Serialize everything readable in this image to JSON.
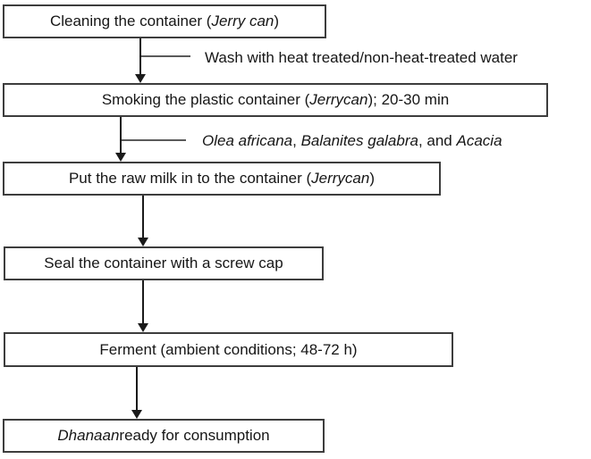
{
  "flowchart": {
    "steps": [
      {
        "name": "cleaning",
        "segments": [
          {
            "text": "Cleaning the container (",
            "italic": false
          },
          {
            "text": "Jerry can",
            "italic": true
          },
          {
            "text": ")",
            "italic": false
          }
        ]
      },
      {
        "name": "smoking",
        "segments": [
          {
            "text": "Smoking the plastic container (",
            "italic": false
          },
          {
            "text": "Jerrycan",
            "italic": true
          },
          {
            "text": "); 20-30 min",
            "italic": false
          }
        ]
      },
      {
        "name": "add-milk",
        "segments": [
          {
            "text": "Put the raw milk in to the container (",
            "italic": false
          },
          {
            "text": "Jerrycan",
            "italic": true
          },
          {
            "text": ")",
            "italic": false
          }
        ]
      },
      {
        "name": "seal",
        "segments": [
          {
            "text": "Seal the container with a screw cap",
            "italic": false
          }
        ]
      },
      {
        "name": "ferment",
        "segments": [
          {
            "text": "Ferment (ambient conditions; 48-72 h)",
            "italic": false
          }
        ]
      },
      {
        "name": "ready",
        "segments": [
          {
            "text": "Dhanaan",
            "italic": true
          },
          {
            "text": " ready for consumption",
            "italic": false
          }
        ]
      }
    ],
    "annotations": [
      {
        "name": "wash-note",
        "segments": [
          {
            "text": "Wash with heat treated/non-heat-treated water",
            "italic": false
          }
        ]
      },
      {
        "name": "smoking-plants-note",
        "segments": [
          {
            "text": "Olea africana",
            "italic": true
          },
          {
            "text": ", ",
            "italic": false
          },
          {
            "text": "Balanites galabra",
            "italic": true
          },
          {
            "text": ", and ",
            "italic": false
          },
          {
            "text": "Acacia",
            "italic": true
          }
        ]
      }
    ],
    "colors": {
      "background": "#ffffff",
      "box_border": "#3d3d3d",
      "arrow": "#1a1a1a",
      "connector": "#5a5a5a",
      "text": "#161616"
    }
  }
}
